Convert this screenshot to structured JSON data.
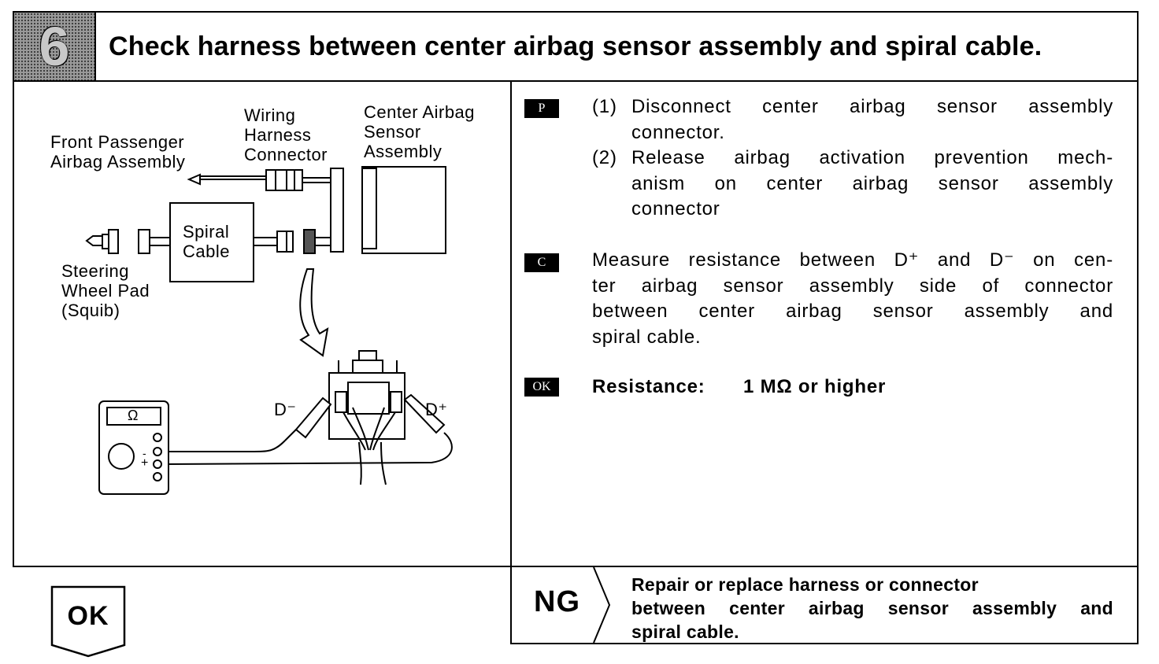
{
  "header": {
    "step_number": "6",
    "title": "Check harness between center airbag sensor assembly and spiral cable."
  },
  "diagram": {
    "labels": {
      "front_passenger_airbag": [
        "Front Passenger",
        "Airbag Assembly"
      ],
      "wiring_harness_connector": [
        "Wiring",
        "Harness",
        "Connector"
      ],
      "center_airbag_sensor": [
        "Center Airbag",
        "Sensor",
        "Assembly"
      ],
      "spiral_cable": [
        "Spiral",
        "Cable"
      ],
      "steering_wheel_pad": [
        "Steering",
        "Wheel Pad",
        "(Squib)"
      ],
      "d_minus": "D⁻",
      "d_plus": "D⁺",
      "ohm_symbol": "Ω",
      "meter_minus": "-",
      "meter_plus": "+"
    }
  },
  "steps": {
    "prepare_badge": "P",
    "prepare_1_num": "(1)",
    "prepare_1": [
      "Disconnect center airbag sensor assembly",
      "connector."
    ],
    "prepare_2_num": "(2)",
    "prepare_2": [
      "Release airbag activation prevention mech-",
      "anism on center airbag sensor assembly",
      "connector"
    ],
    "check_badge": "C",
    "check": [
      "Measure resistance between D⁺ and D⁻ on cen-",
      "ter airbag sensor assembly side of connector",
      "between center airbag sensor assembly and",
      "spiral cable."
    ],
    "ok_badge": "OK",
    "ok_label": "Resistance:",
    "ok_value": "1 MΩ or higher"
  },
  "result": {
    "ok_label": "OK",
    "ng_label": "NG",
    "ng_action": [
      "Repair or replace harness or connector",
      "between center airbag sensor assembly and",
      "spiral cable."
    ]
  }
}
